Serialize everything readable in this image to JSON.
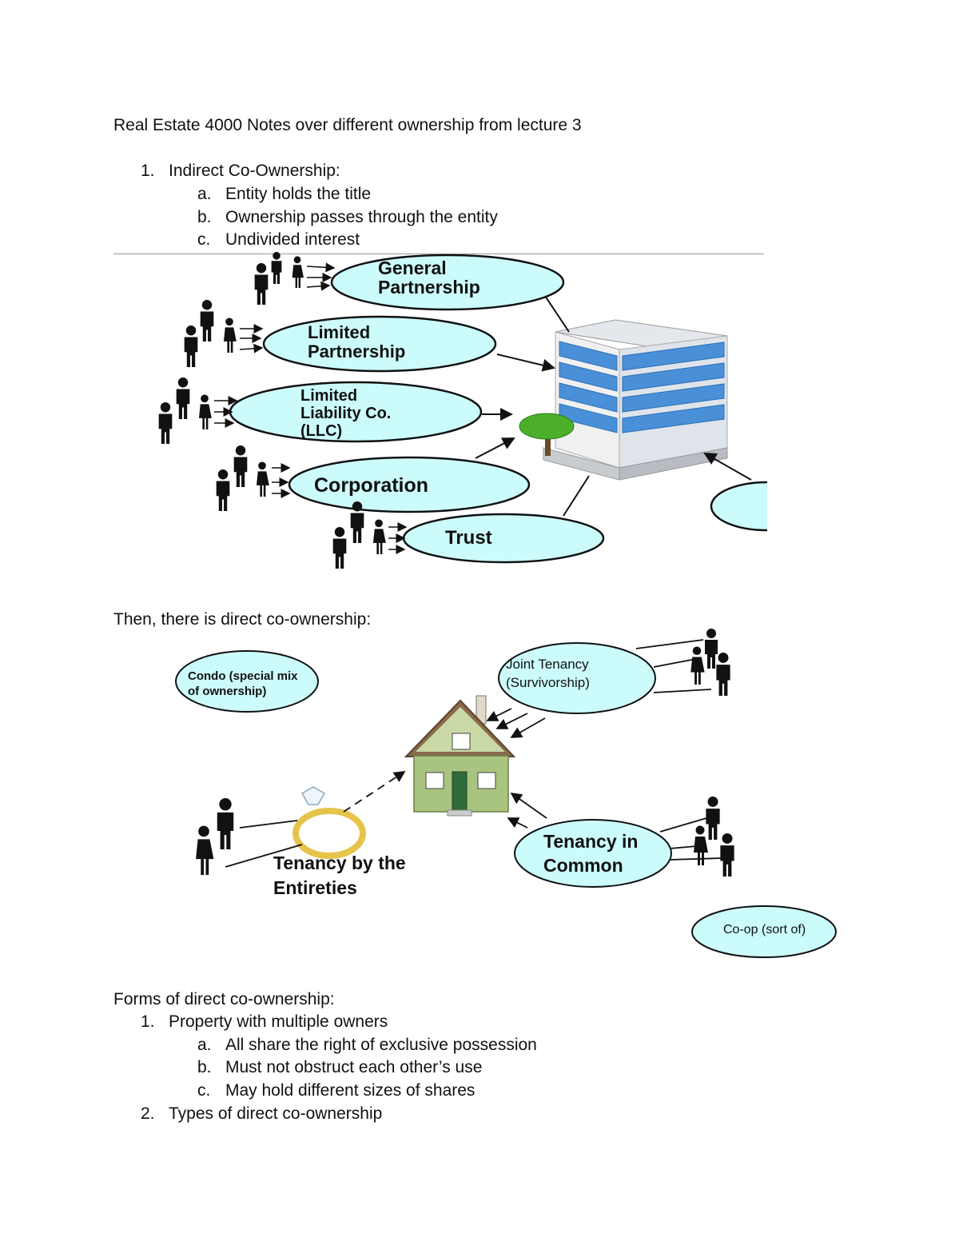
{
  "title": "Real Estate 4000 Notes over different ownership from lecture 3",
  "indirect": {
    "item_num": "1.",
    "item_label": "Indirect Co-Ownership:",
    "subitems": [
      {
        "marker": "a.",
        "text": "Entity holds the title"
      },
      {
        "marker": "b.",
        "text": "Ownership passes through the entity"
      },
      {
        "marker": "c.",
        "text": "Undivided interest"
      }
    ]
  },
  "diagram1": {
    "entities": [
      {
        "line1": "General",
        "line2": "Partnership"
      },
      {
        "line1": "Limited",
        "line2": "Partnership"
      },
      {
        "line1": "Limited",
        "line2": "Liability Co.",
        "line3": "(LLC)"
      },
      {
        "line1": "Corporation"
      },
      {
        "line1": "Trust"
      }
    ],
    "icons": [
      "office-building-icon",
      "tree-icon",
      "people-group-icon"
    ]
  },
  "direct_intro": "Then, there is direct co-ownership:",
  "diagram2": {
    "condo": {
      "line1": "Condo (special mix",
      "line2": "of ownership)"
    },
    "joint": {
      "line1": "Joint Tenancy",
      "line2": "(Survivorship)"
    },
    "entireties": {
      "line1": "Tenancy by the",
      "line2": "Entireties"
    },
    "common": {
      "line1": "Tenancy in",
      "line2": "Common"
    },
    "coop": "Co-op (sort of)",
    "icons": [
      "house-icon",
      "wedding-ring-icon",
      "people-group-icon"
    ]
  },
  "forms": {
    "heading": "Forms of direct co-ownership:",
    "items": [
      {
        "num": "1.",
        "text": "Property with multiple owners",
        "subitems": [
          {
            "marker": "a.",
            "text": "All share the right of exclusive possession"
          },
          {
            "marker": "b.",
            "text": "Must not obstruct each other’s use"
          },
          {
            "marker": "c.",
            "text": "May hold different sizes of shares"
          }
        ]
      },
      {
        "num": "2.",
        "text": "Types of direct co-ownership"
      }
    ]
  },
  "colors": {
    "bubble_fill": "#ccfbfb",
    "building_glass": "#4a90d9",
    "house_wall": "#a9c47f",
    "roof": "#8a6a4a"
  }
}
